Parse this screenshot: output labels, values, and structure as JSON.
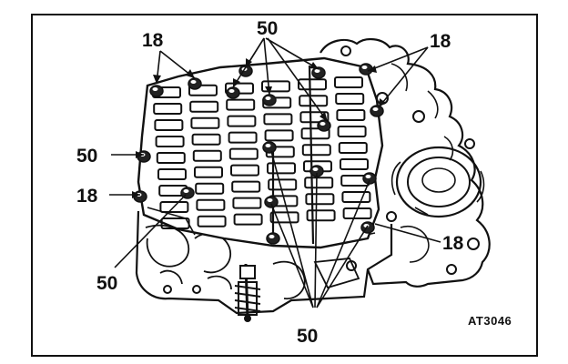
{
  "figure": {
    "code": "AT3046",
    "ink_color": "#111111",
    "paper_color": "#ffffff"
  },
  "callouts": {
    "top_left": "18",
    "top_center": "50",
    "top_right": "18",
    "left_middle": "50",
    "left_lower": "18",
    "bottom_left": "50",
    "right_lower": "18",
    "bottom_center": "50"
  }
}
